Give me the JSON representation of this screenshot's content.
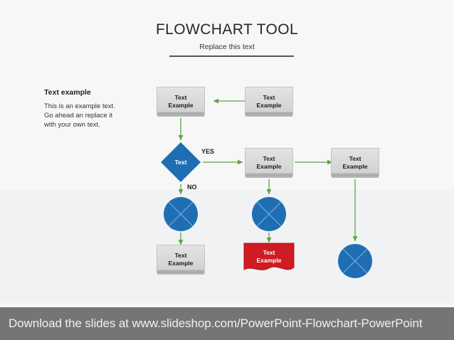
{
  "header": {
    "title": "FLOWCHART TOOL",
    "subtitle": "Replace this text"
  },
  "side_note": {
    "heading": "Text example",
    "body": "This is an example text.\nGo ahead an replace it\nwith your own text."
  },
  "flowchart": {
    "nodes": [
      {
        "id": "box-top-left",
        "type": "process",
        "label": "Text\nExample"
      },
      {
        "id": "box-top-right",
        "type": "process",
        "label": "Text\nExample"
      },
      {
        "id": "decision",
        "type": "decision",
        "label": "Text"
      },
      {
        "id": "box-mid-center",
        "type": "process",
        "label": "Text\nExample"
      },
      {
        "id": "box-mid-right",
        "type": "process",
        "label": "Text\nExample"
      },
      {
        "id": "circle-left",
        "type": "connector-circle",
        "label": ""
      },
      {
        "id": "circle-center",
        "type": "connector-circle",
        "label": ""
      },
      {
        "id": "circle-right",
        "type": "connector-circle",
        "label": ""
      },
      {
        "id": "box-bottom-left",
        "type": "process",
        "label": "Text\nExample"
      },
      {
        "id": "document-red",
        "type": "document",
        "label": "Text\nExample"
      }
    ],
    "branch_labels": {
      "yes": "YES",
      "no": "NO"
    }
  },
  "footer": {
    "text": "Download the slides at www.slideshop.com/PowerPoint-Flowchart-PowerPoint"
  },
  "colors": {
    "background": "#f2f2f2",
    "band_top": "#f7f7f7",
    "band_mid": "#f1f2f3",
    "connector_green": "#5aa545",
    "node_blue": "#1f6eb4",
    "node_red": "#cf1b22",
    "node_gray": "#d9d9d9",
    "footer_gray": "#757575"
  }
}
